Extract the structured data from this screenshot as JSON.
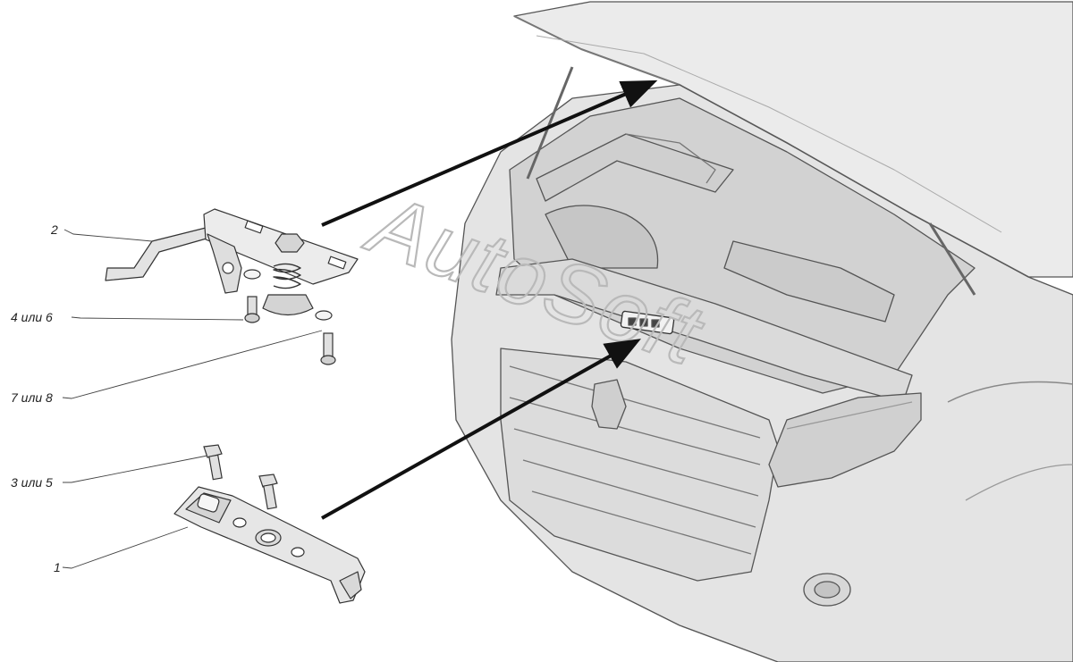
{
  "callouts": [
    {
      "id": "c2",
      "label": "2"
    },
    {
      "id": "c4",
      "label": "4 или 6"
    },
    {
      "id": "c7",
      "label": "7 или 8"
    },
    {
      "id": "c3",
      "label": "3 или 5"
    },
    {
      "id": "c1",
      "label": "1"
    }
  ],
  "watermark": {
    "text": "AutoSoft"
  },
  "colors": {
    "body": "#e6e6e6",
    "body_shadow": "#c9c9c9",
    "line": "#4a4a4a",
    "arrow": "#111111",
    "part": "#dcdcdc"
  }
}
